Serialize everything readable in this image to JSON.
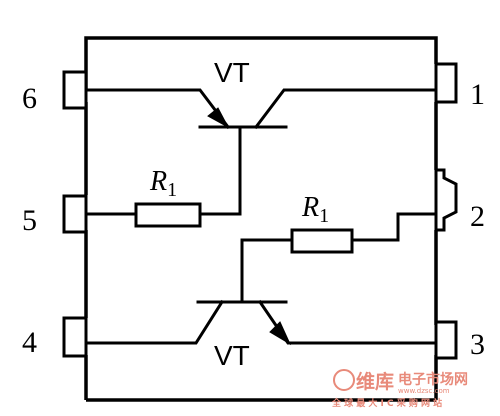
{
  "pins": {
    "p1": "1",
    "p2": "2",
    "p3": "3",
    "p4": "4",
    "p5": "5",
    "p6": "6"
  },
  "components": {
    "upper_transistor": "VT",
    "lower_transistor": "VT",
    "upper_resistor": {
      "symbol": "R",
      "subscript": "1"
    },
    "lower_resistor": {
      "symbol": "R",
      "subscript": "1"
    }
  },
  "watermark": {
    "brand": "维库",
    "title": "电子市场网",
    "slogan": "全 球 最 大 I C 采 购 网 站",
    "url": "www.dzsc.com"
  },
  "colors": {
    "line": "#000000",
    "background": "#ffffff",
    "watermark": "#e88a7a"
  }
}
